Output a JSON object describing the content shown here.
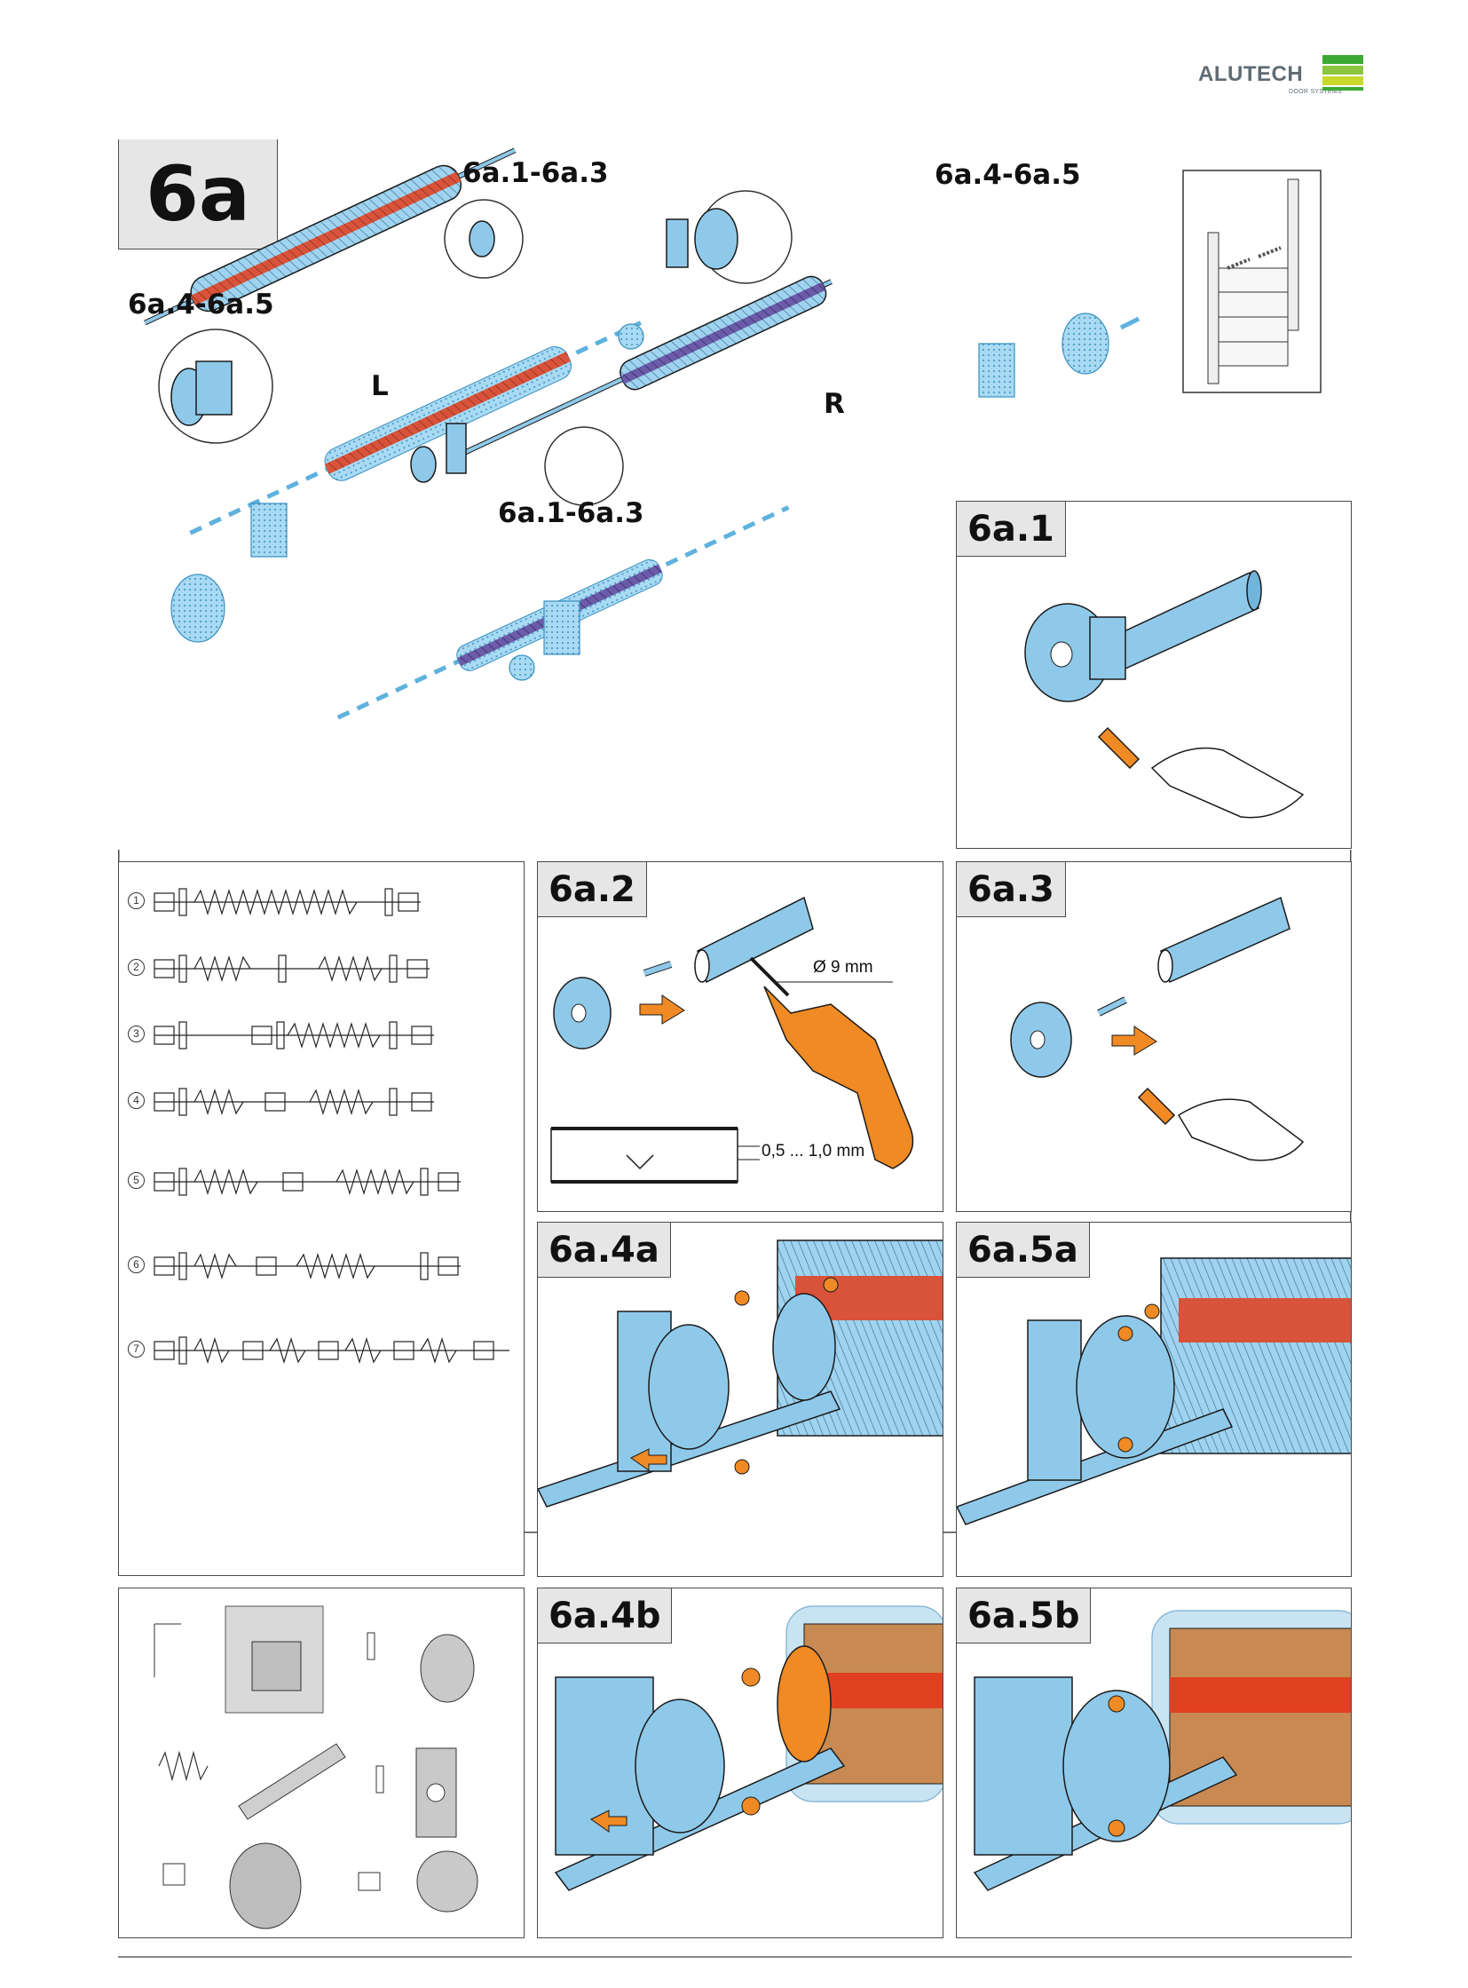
{
  "logo": {
    "brand": "ALUTECH",
    "tagline": "DOOR SYSTEMS",
    "stripe_colors": [
      "#3aaa35",
      "#8cc63f",
      "#c8d92b"
    ]
  },
  "main_panel": {
    "step_label": "6a",
    "callouts": {
      "left_top": "6a.1-6a.3",
      "left_side": "6a.4-6a.5",
      "right_top": "6a.4-6a.5",
      "right_bottom": "6a.1-6a.3"
    },
    "side_left": "L",
    "side_right": "R"
  },
  "panels": {
    "p6a1": {
      "label": "6a.1"
    },
    "p6a2": {
      "label": "6a.2",
      "drill_diameter": "Ø 9 mm",
      "depth": "0,5 ... 1,0 mm"
    },
    "p6a3": {
      "label": "6a.3"
    },
    "p6a4a": {
      "label": "6a.4a"
    },
    "p6a5a": {
      "label": "6a.5a"
    },
    "p6a4b": {
      "label": "6a.4b"
    },
    "p6a5b": {
      "label": "6a.5b"
    }
  },
  "spring_configs": [
    "1",
    "2",
    "3",
    "4",
    "5",
    "6",
    "7"
  ],
  "colors": {
    "part_blue": "#8fc9ea",
    "spring_red": "#d9533a",
    "spring_purple": "#6b5ba8",
    "accent_orange": "#f08a24",
    "outline": "#1a1a1a"
  }
}
